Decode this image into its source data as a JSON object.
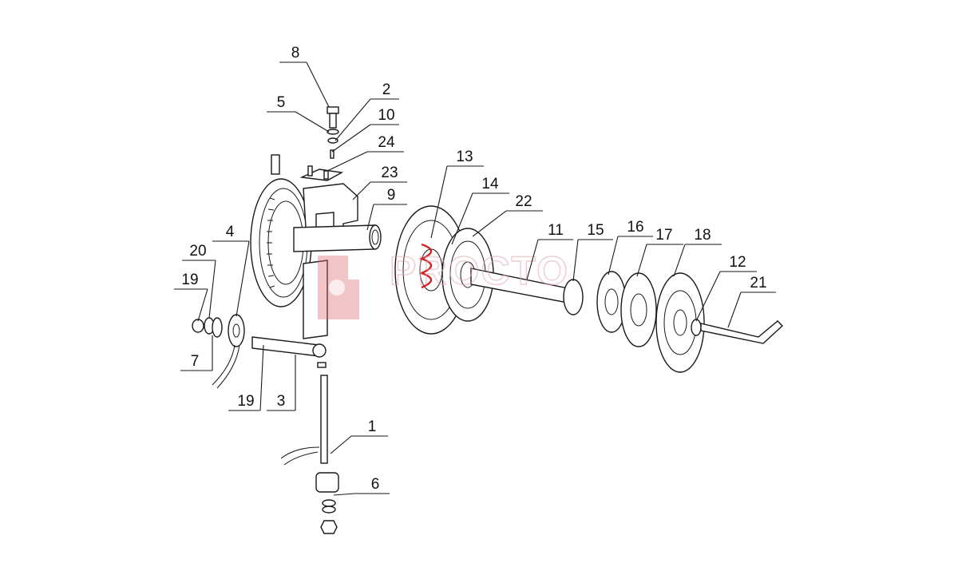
{
  "diagram": {
    "type": "exploded-parts-view",
    "callouts": [
      "8",
      "5",
      "2",
      "10",
      "24",
      "23",
      "9",
      "13",
      "14",
      "22",
      "11",
      "15",
      "16",
      "17",
      "18",
      "12",
      "21",
      "4",
      "20",
      "19",
      "7",
      "19",
      "3",
      "1",
      "6"
    ],
    "colors": {
      "line": "#1a1a1a",
      "spring": "#d42020",
      "watermark": "#d9636f",
      "background": "#ffffff"
    }
  },
  "watermark": {
    "text": "PROCTO"
  }
}
